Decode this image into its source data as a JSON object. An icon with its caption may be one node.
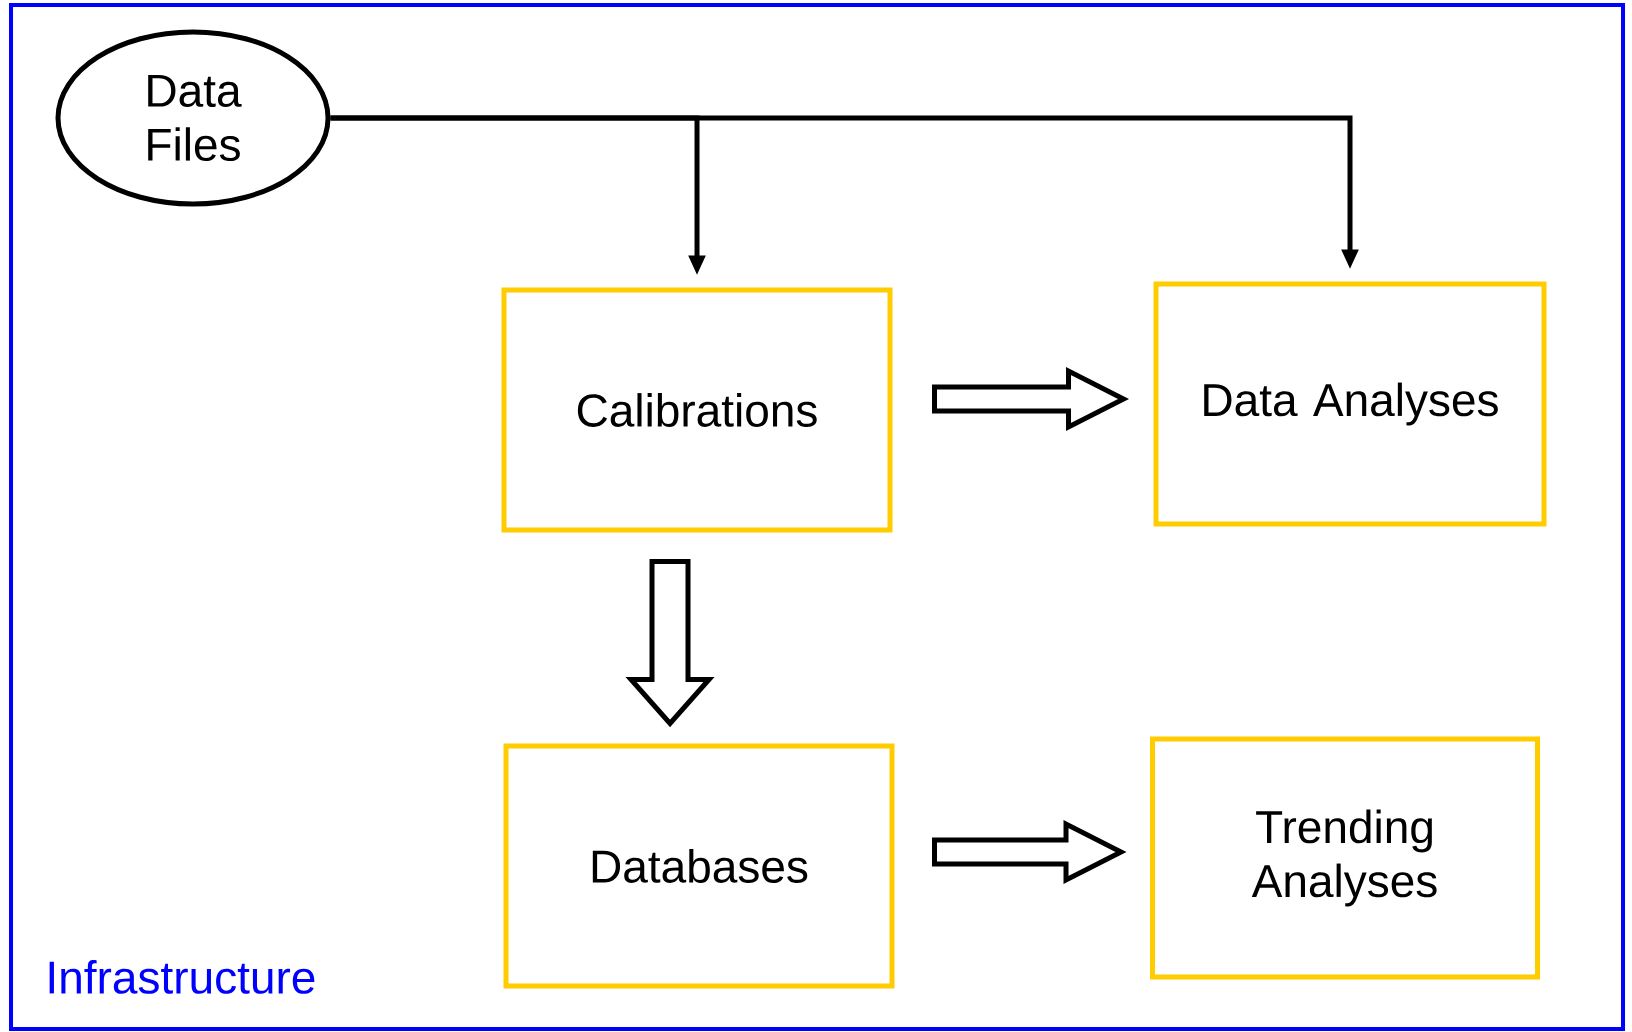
{
  "diagram": {
    "nodes": [
      {
        "text": [
          "Infrastructure"
        ]
      },
      {
        "text": [
          "Data Files"
        ],
        "in": 0
      },
      {
        "text": [
          "Calibrations"
        ],
        "in": 0
      },
      {
        "text": [
          "Data Analyses"
        ],
        "in": 0
      },
      {
        "text": [
          "Databases"
        ],
        "in": 0
      },
      {
        "text": [
          "Trending Analyses"
        ],
        "in": 0
      }
    ],
    "edges": [
      {
        "from": 1,
        "to": 2,
        "arrow": "to"
      },
      {
        "from": 1,
        "to": 3,
        "arrow": "to"
      },
      {
        "from": 2,
        "to": 3,
        "arrow": "to",
        "style": "thick"
      },
      {
        "from": 2,
        "to": 4,
        "arrow": "to",
        "style": "thick"
      },
      {
        "from": 4,
        "to": 5,
        "arrow": "to",
        "style": "thick"
      }
    ]
  }
}
